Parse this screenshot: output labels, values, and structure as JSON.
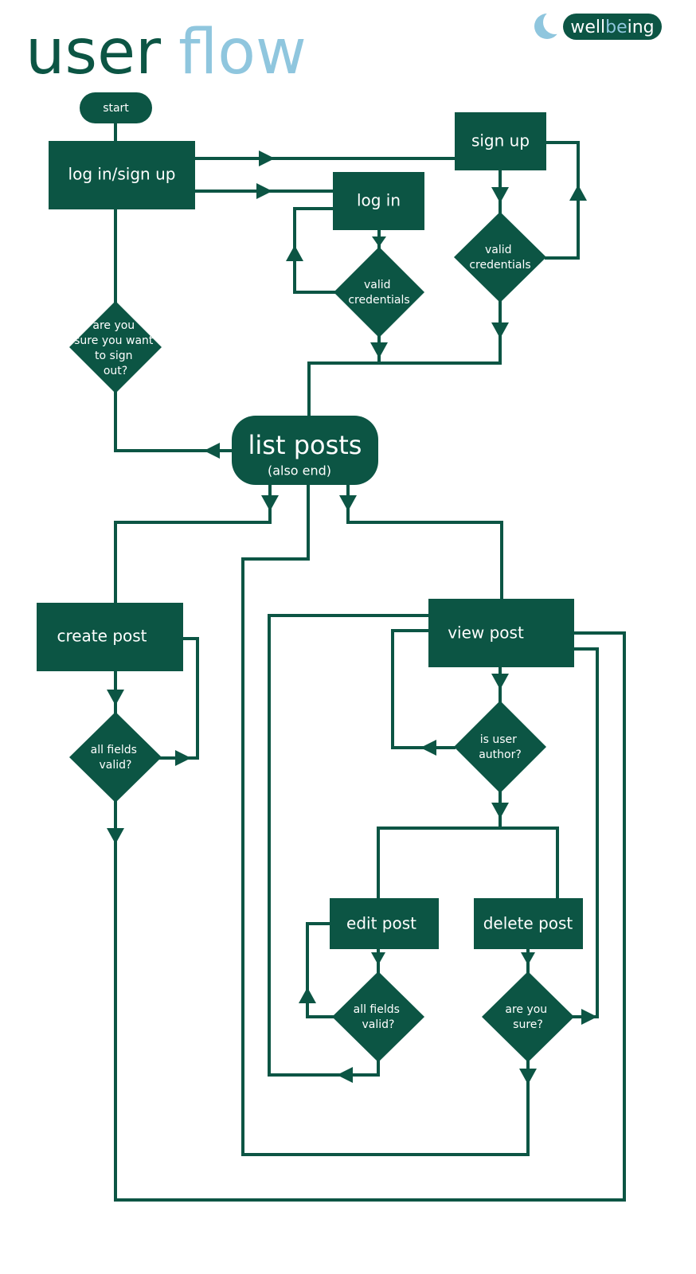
{
  "title": {
    "part1": "user",
    "part2": "flow",
    "part1_color": "#0c5544",
    "part2_color": "#8fc6de"
  },
  "logo": {
    "text_a": "well",
    "text_b": "be",
    "text_c": "ing",
    "icon": "moon-icon",
    "badge_color": "#0c5544",
    "accent_color": "#8fc6de"
  },
  "colors": {
    "node": "#0c5544",
    "text_on_node": "#ffffff"
  },
  "nodes": {
    "start": "start",
    "login_signup": "log in/sign up",
    "sign_up": "sign up",
    "log_in": "log in",
    "valid_credentials_login": [
      "valid",
      "credentials"
    ],
    "valid_credentials_signup": [
      "valid",
      "credentials"
    ],
    "sign_out_confirm": [
      "are you",
      "sure you want",
      "to sign",
      "out?"
    ],
    "list_posts": "list posts",
    "list_posts_sub": "(also end)",
    "create_post": "create post",
    "all_fields_valid_create": [
      "all fields",
      "valid?"
    ],
    "view_post": "view post",
    "is_user_author": [
      "is user",
      "author?"
    ],
    "edit_post": "edit post",
    "delete_post": "delete post",
    "all_fields_valid_edit": [
      "all fields",
      "valid?"
    ],
    "are_you_sure": [
      "are you",
      "sure?"
    ]
  }
}
